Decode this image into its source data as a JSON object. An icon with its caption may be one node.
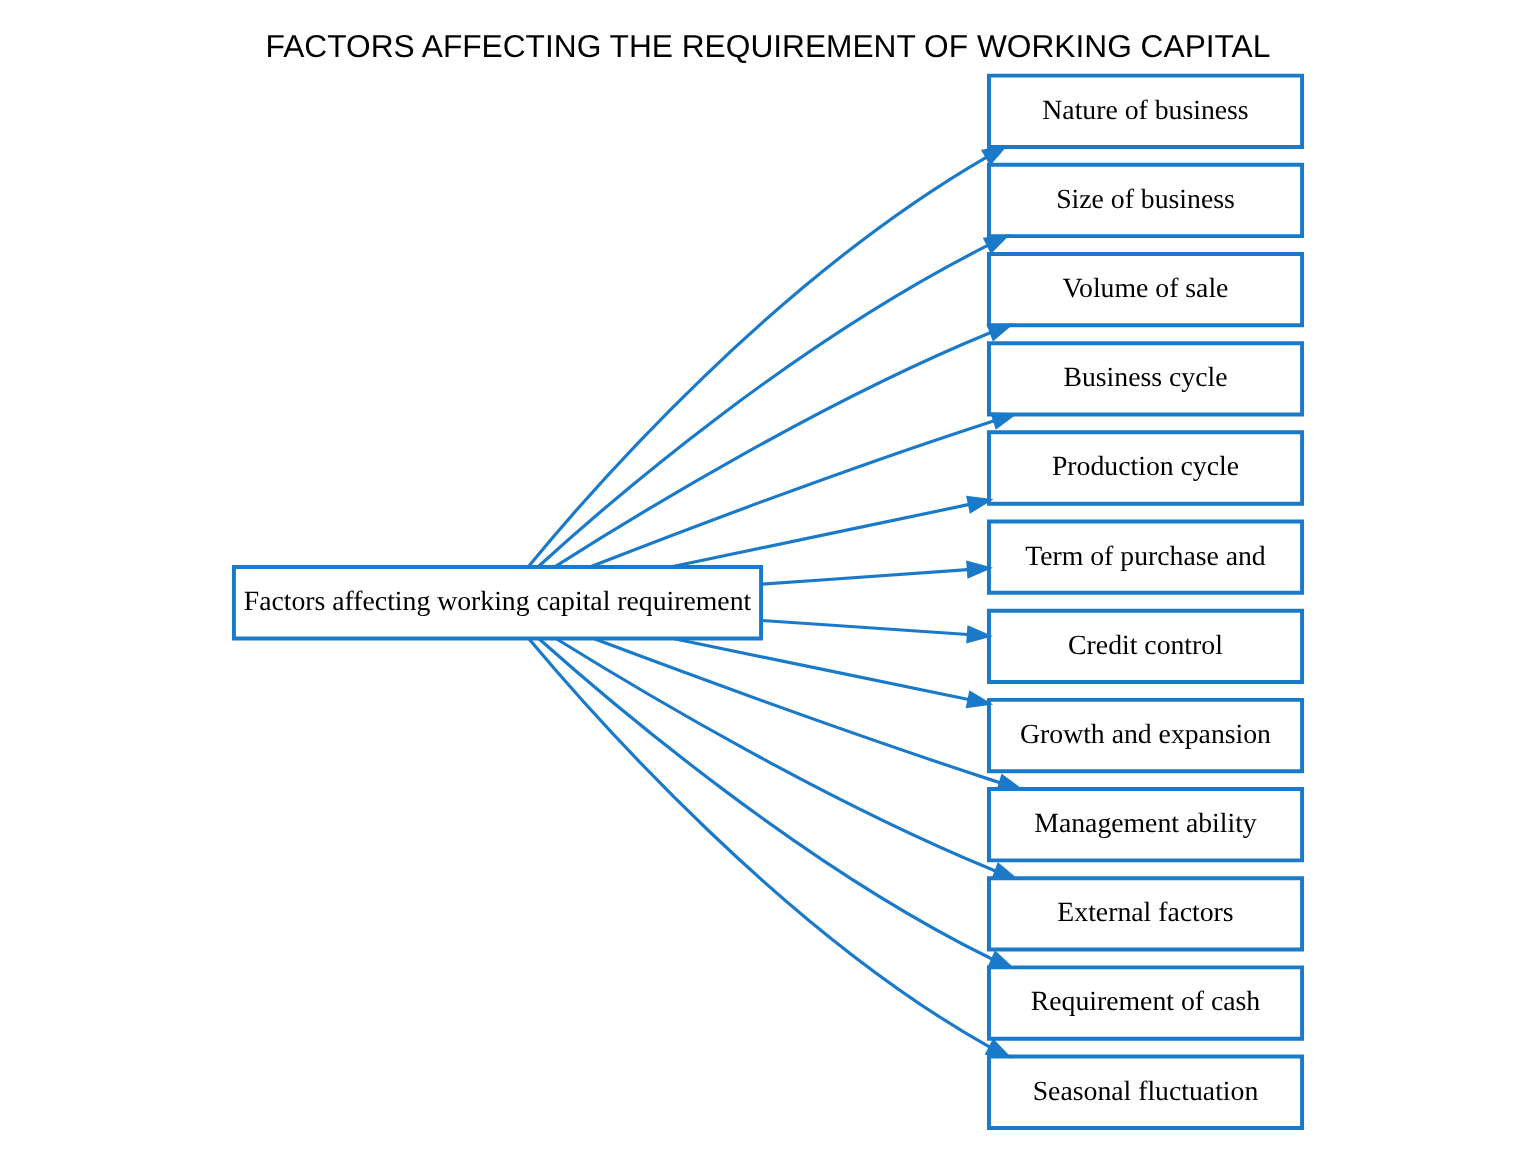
{
  "diagram": {
    "title": "FACTORS AFFECTING THE REQUIREMENT OF WORKING CAPITAL",
    "nodes": [
      {
        "text": [
          "Factors affecting working capital requirement"
        ]
      },
      {
        "text": [
          "Nature of business"
        ]
      },
      {
        "text": [
          "Size of business"
        ]
      },
      {
        "text": [
          "Volume of sale"
        ]
      },
      {
        "text": [
          "Business cycle"
        ]
      },
      {
        "text": [
          "Production cycle"
        ]
      },
      {
        "text": [
          "Term of purchase and"
        ]
      },
      {
        "text": [
          "Credit control"
        ]
      },
      {
        "text": [
          "Growth and expansion"
        ]
      },
      {
        "text": [
          "Management ability"
        ]
      },
      {
        "text": [
          "External factors"
        ]
      },
      {
        "text": [
          "Requirement of cash"
        ]
      },
      {
        "text": [
          "Seasonal fluctuation"
        ]
      }
    ],
    "edges": [
      {
        "from": 0,
        "to": 1,
        "arrow": "to"
      },
      {
        "from": 0,
        "to": 2,
        "arrow": "to"
      },
      {
        "from": 0,
        "to": 3,
        "arrow": "to"
      },
      {
        "from": 0,
        "to": 4,
        "arrow": "to"
      },
      {
        "from": 0,
        "to": 5,
        "arrow": "to"
      },
      {
        "from": 0,
        "to": 6,
        "arrow": "to"
      },
      {
        "from": 0,
        "to": 7,
        "arrow": "to"
      },
      {
        "from": 0,
        "to": 8,
        "arrow": "to"
      },
      {
        "from": 0,
        "to": 9,
        "arrow": "to"
      },
      {
        "from": 0,
        "to": 10,
        "arrow": "to"
      },
      {
        "from": 0,
        "to": 11,
        "arrow": "to"
      },
      {
        "from": 0,
        "to": 12,
        "arrow": "to"
      }
    ]
  }
}
